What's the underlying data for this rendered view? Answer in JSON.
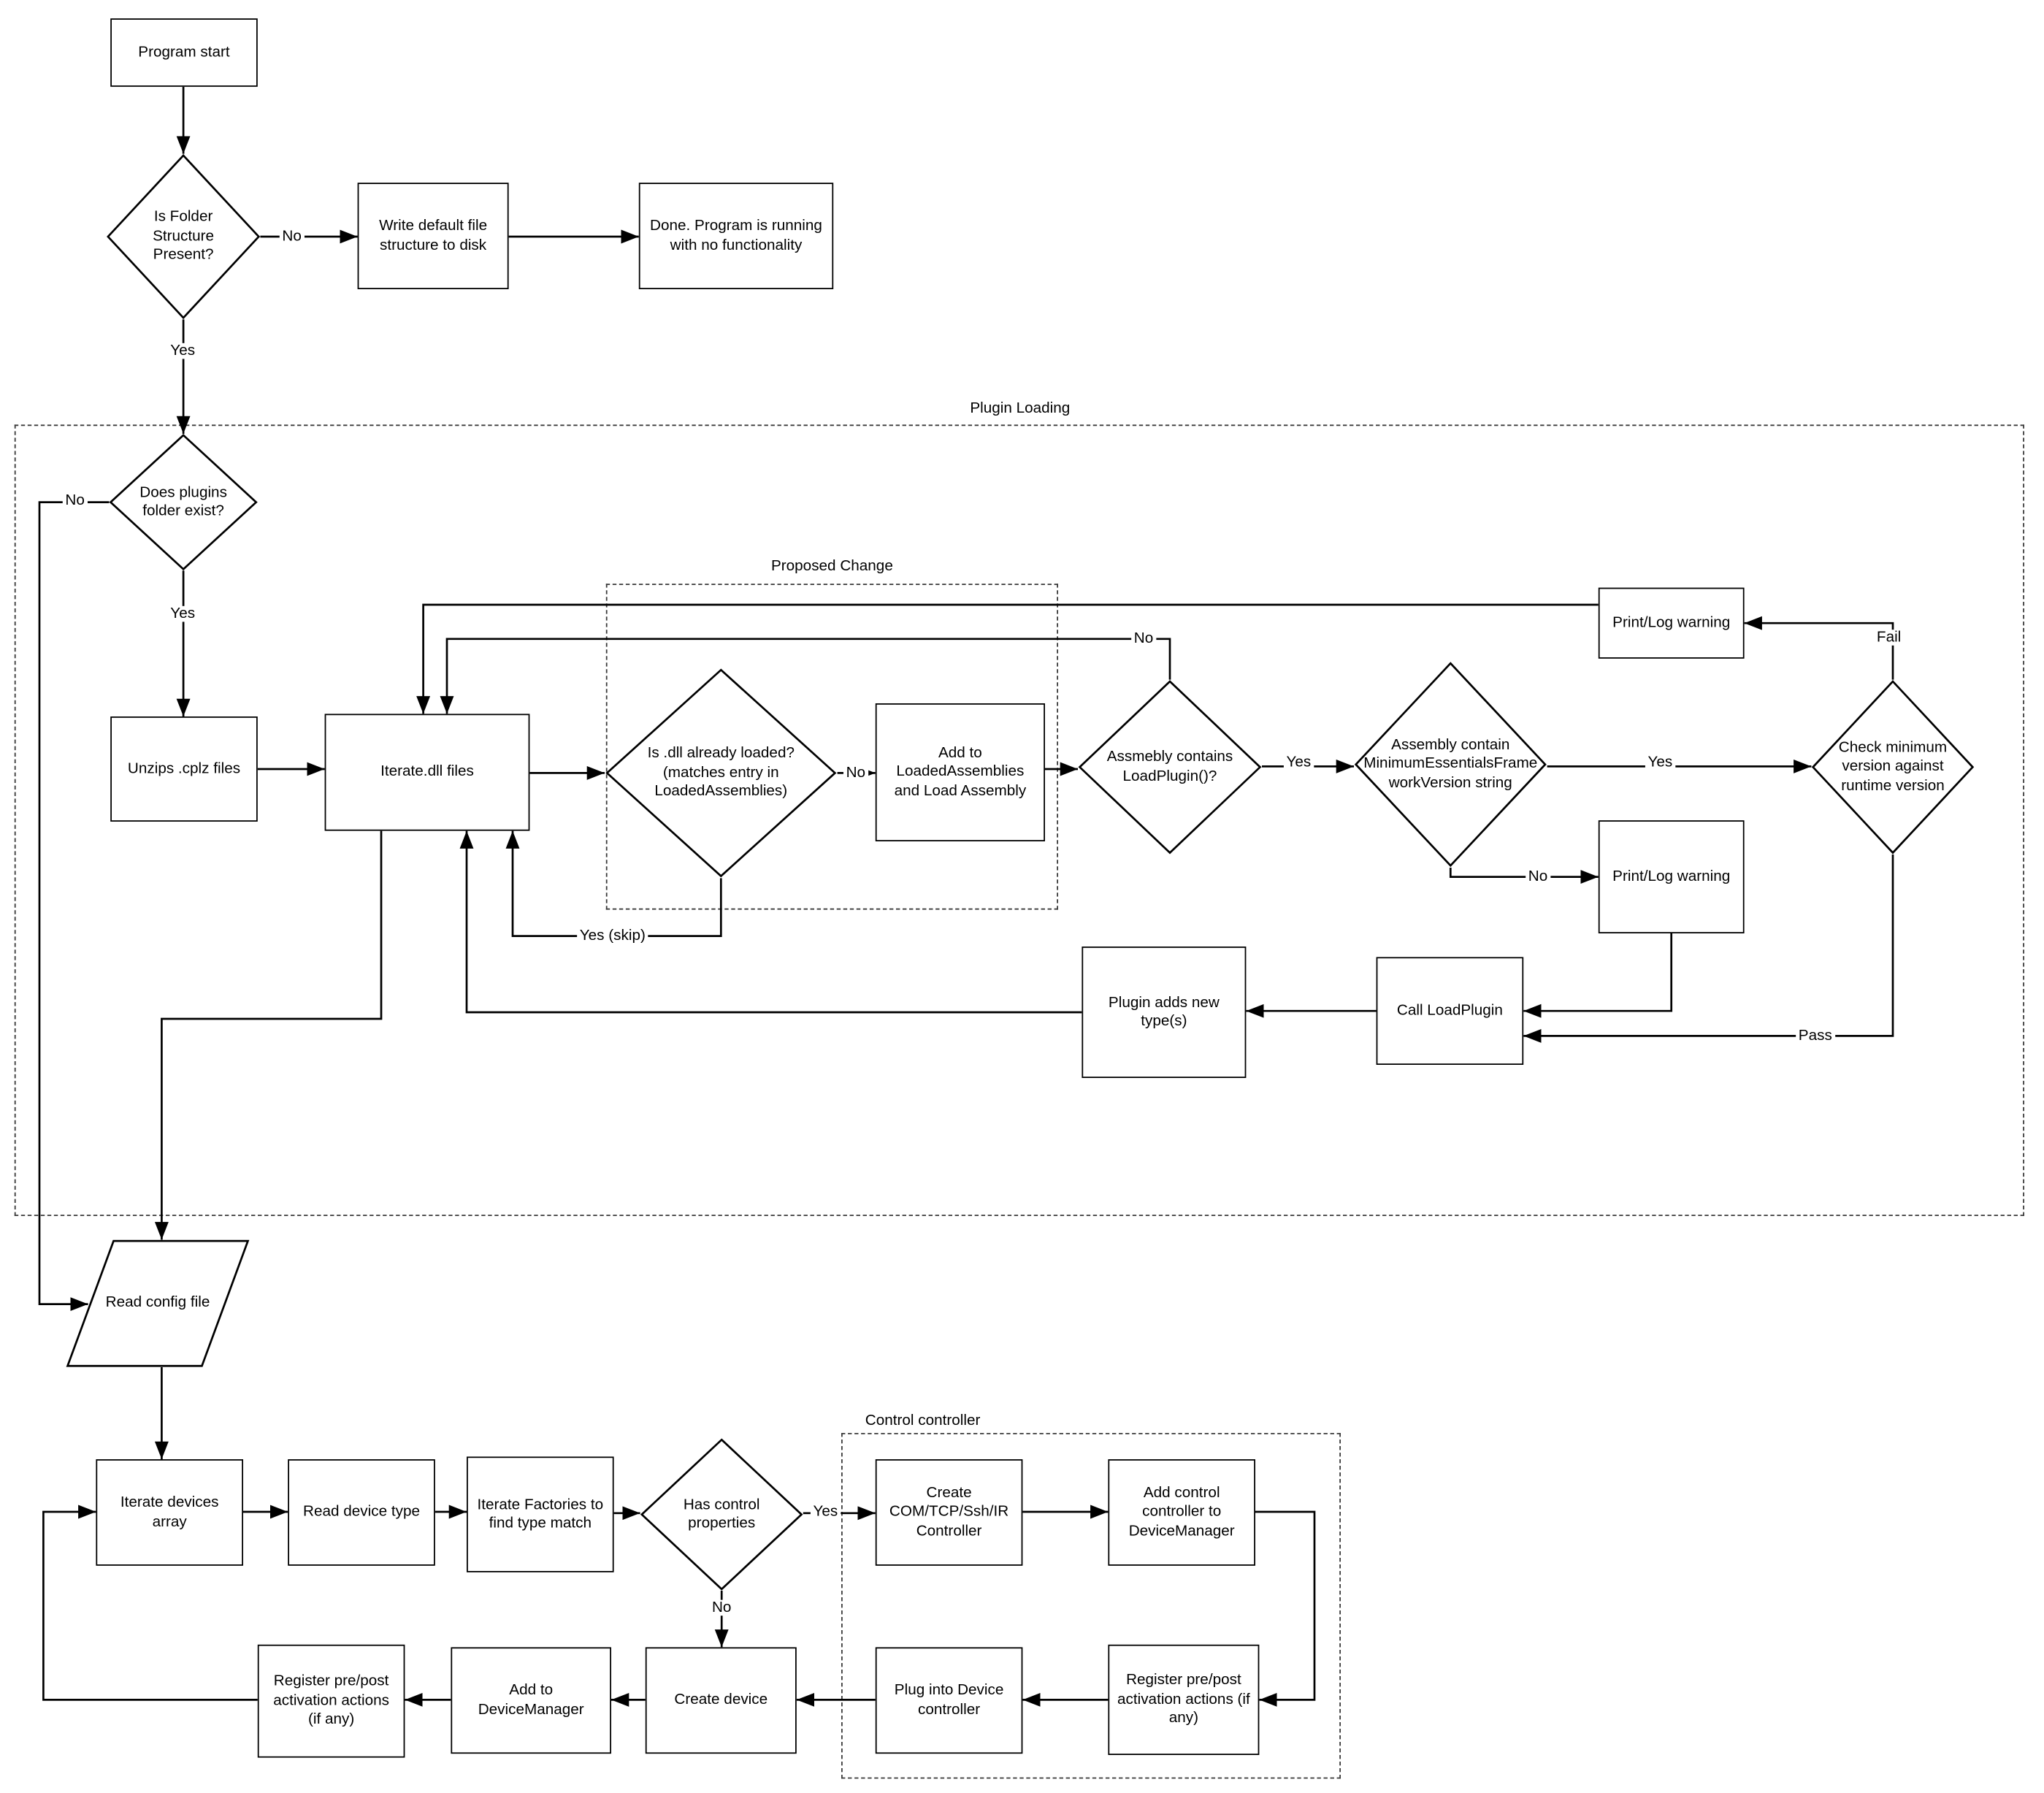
{
  "diagram": {
    "colors": {
      "stroke": "#000000",
      "background": "#ffffff"
    },
    "containers": {
      "plugin_loading": "Plugin Loading",
      "proposed_change": "Proposed Change",
      "control_controller": "Control controller"
    },
    "nodes": {
      "program_start": "Program start",
      "is_folder": "Is Folder Structure Present?",
      "write_default": "Write default file structure to disk",
      "done_no_func": "Done.  Program is running with no functionality",
      "does_plugins": "Does plugins folder exist?",
      "unzips": "Unzips .cplz files",
      "iterate_dll": "Iterate.dll files",
      "is_dll_loaded": "Is .dll already loaded? (matches entry in LoadedAssemblies)",
      "add_loaded": "Add to LoadedAssemblies and Load Assembly",
      "asm_contains": "Assmebly contains LoadPlugin()?",
      "asm_min_version": "Assembly contain MinimumEssentialsFrameworkVersion string",
      "check_min": "Check minimum version against runtime version",
      "print_warn_top": "Print/Log warning",
      "print_warn_bottom": "Print/Log warning",
      "call_loadplugin": "Call LoadPlugin",
      "plugin_adds": "Plugin adds new type(s)",
      "read_config": "Read config file",
      "iterate_devices": "Iterate devices array",
      "read_device_type": "Read device type",
      "iterate_factories": "Iterate Factories to find type match",
      "has_control": "Has control properties",
      "create_com": "Create COM/TCP/Ssh/IR Controller",
      "add_control": "Add control controller to DeviceManager",
      "register_right": "Register pre/post activation actions (if any)",
      "plug_into": "Plug into Device controller",
      "create_device": "Create device",
      "add_to_dm": "Add to DeviceManager",
      "register_left": "Register pre/post activation actions (if any)"
    },
    "edge_labels": {
      "folder_no": "No",
      "folder_yes": "Yes",
      "plugins_yes": "Yes",
      "plugins_no": "No",
      "dll_no": "No",
      "dll_yes_skip": "Yes (skip)",
      "contains_yes": "Yes",
      "contains_no": "No",
      "minver_yes": "Yes",
      "minver_no": "No",
      "check_fail": "Fail",
      "check_pass": "Pass",
      "control_yes": "Yes",
      "control_no": "No"
    }
  }
}
